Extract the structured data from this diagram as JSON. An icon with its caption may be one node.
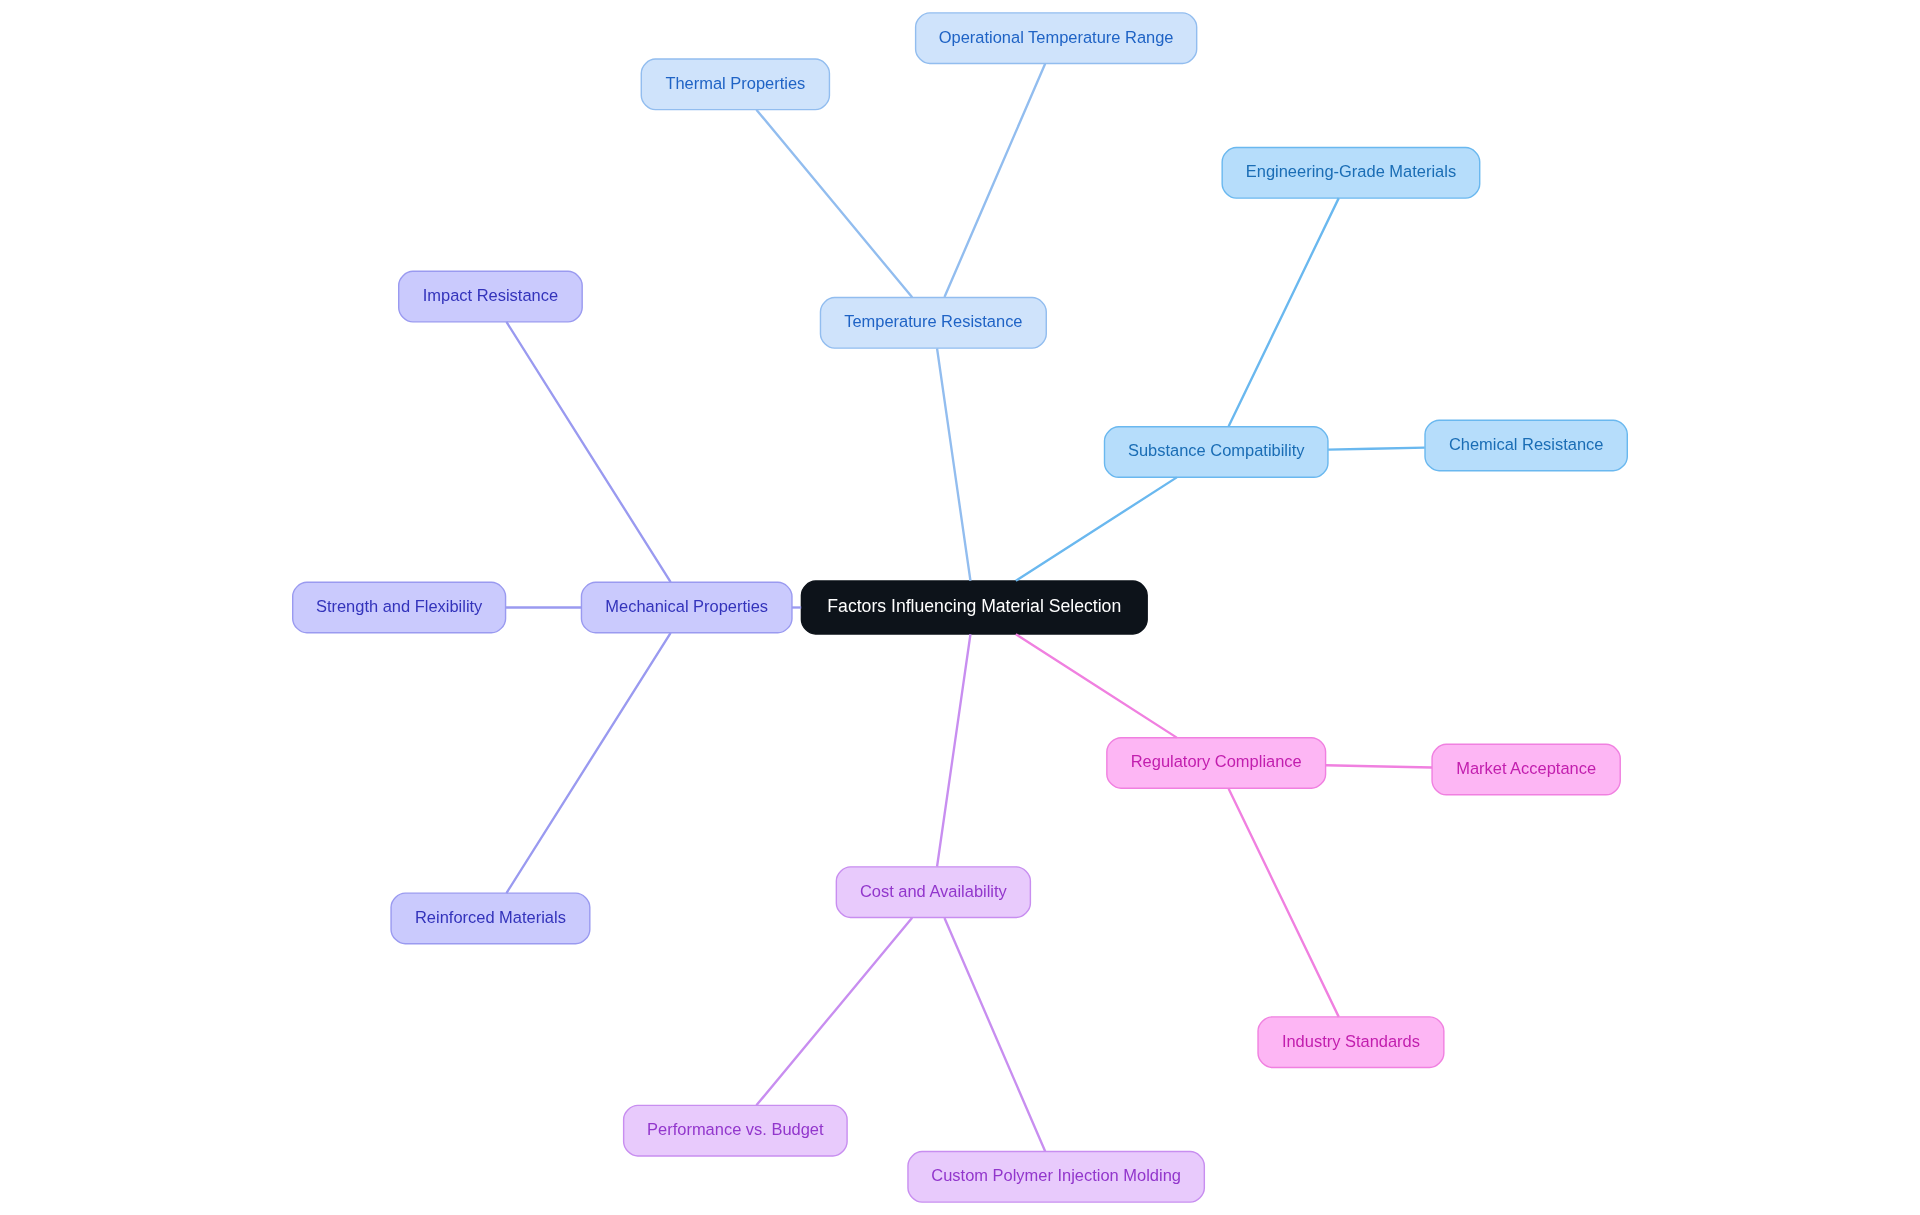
{
  "diagram": {
    "nodes": [
      {
        "text": [
          "Factors Influencing Material Selection"
        ]
      },
      {
        "text": [
          "Substance Compatibility"
        ]
      },
      {
        "text": [
          "Chemical Resistance"
        ]
      },
      {
        "text": [
          "Engineering-Grade Materials"
        ]
      },
      {
        "text": [
          "Temperature Resistance"
        ]
      },
      {
        "text": [
          "Operational Temperature Range"
        ]
      },
      {
        "text": [
          "Thermal Properties"
        ]
      },
      {
        "text": [
          "Mechanical Properties"
        ]
      },
      {
        "text": [
          "Impact Resistance"
        ]
      },
      {
        "text": [
          "Strength and Flexibility"
        ]
      },
      {
        "text": [
          "Reinforced Materials"
        ]
      },
      {
        "text": [
          "Cost and Availability"
        ]
      },
      {
        "text": [
          "Performance vs. Budget"
        ]
      },
      {
        "text": [
          "Custom Polymer Injection Molding"
        ]
      },
      {
        "text": [
          "Regulatory Compliance"
        ]
      },
      {
        "text": [
          "Industry Standards"
        ]
      },
      {
        "text": [
          "Market Acceptance"
        ]
      }
    ],
    "edges": [
      {
        "from": 0,
        "to": 1,
        "arrow": "none",
        "color": "#6ab8ef"
      },
      {
        "from": 1,
        "to": 2,
        "arrow": "none",
        "color": "#6ab8ef"
      },
      {
        "from": 1,
        "to": 3,
        "arrow": "none",
        "color": "#6ab8ef"
      },
      {
        "from": 0,
        "to": 4,
        "arrow": "none",
        "color": "#92bdef"
      },
      {
        "from": 4,
        "to": 5,
        "arrow": "none",
        "color": "#92bdef"
      },
      {
        "from": 4,
        "to": 6,
        "arrow": "none",
        "color": "#92bdef"
      },
      {
        "from": 0,
        "to": 7,
        "arrow": "none",
        "color": "#9a9af0"
      },
      {
        "from": 7,
        "to": 8,
        "arrow": "none",
        "color": "#9a9af0"
      },
      {
        "from": 7,
        "to": 9,
        "arrow": "none",
        "color": "#9a9af0"
      },
      {
        "from": 7,
        "to": 10,
        "arrow": "none",
        "color": "#9a9af0"
      },
      {
        "from": 0,
        "to": 11,
        "arrow": "none",
        "color": "#c88ef0"
      },
      {
        "from": 11,
        "to": 12,
        "arrow": "none",
        "color": "#c88ef0"
      },
      {
        "from": 11,
        "to": 13,
        "arrow": "none",
        "color": "#c88ef0"
      },
      {
        "from": 0,
        "to": 14,
        "arrow": "none",
        "color": "#f080e0"
      },
      {
        "from": 14,
        "to": 15,
        "arrow": "none",
        "color": "#f080e0"
      },
      {
        "from": 14,
        "to": 16,
        "arrow": "none",
        "color": "#f080e0"
      }
    ]
  }
}
